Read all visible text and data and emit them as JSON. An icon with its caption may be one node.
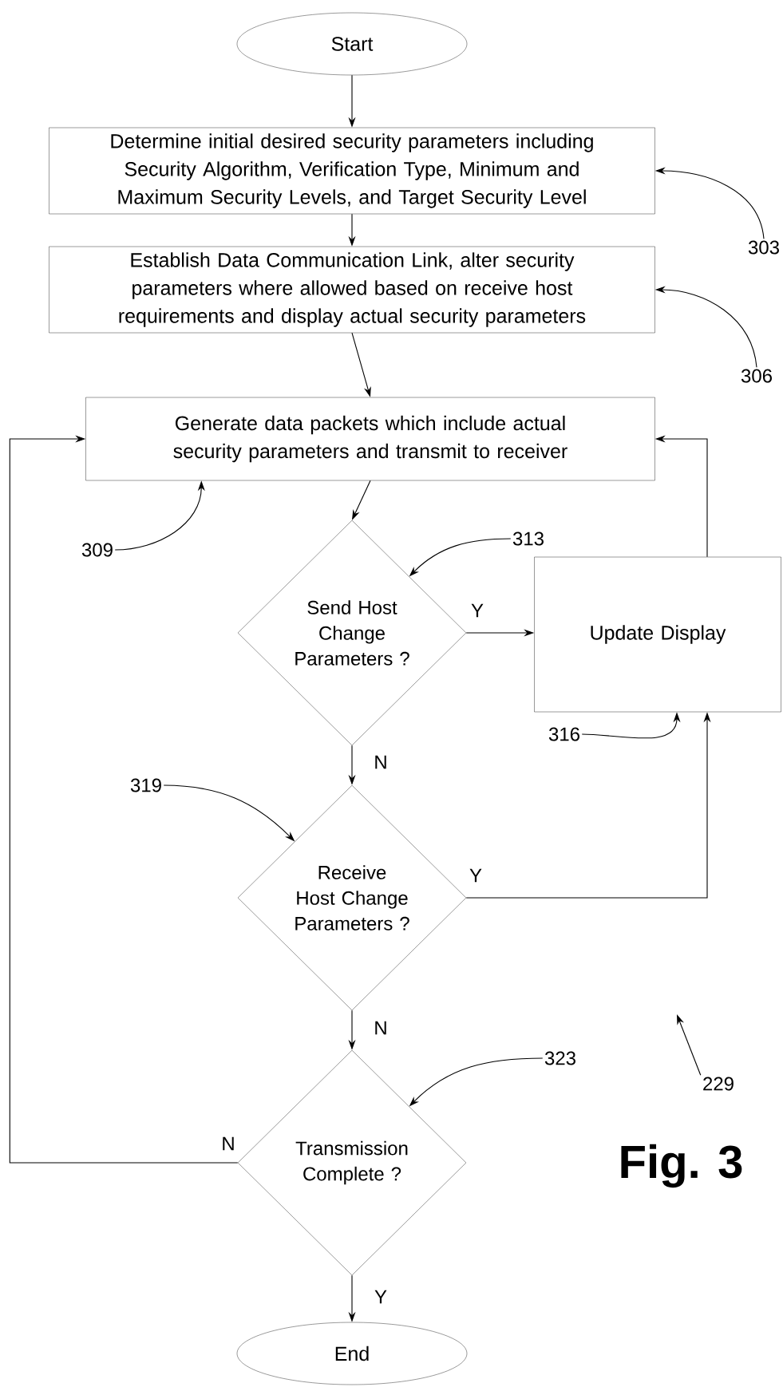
{
  "diagram": {
    "nodes": [
      {
        "text": [
          "Start"
        ]
      },
      {
        "text": [
          "Determine initial desired security parameters including Security Algorithm, Verification Type, Minimum and Maximum Security Levels, and Target Security Level"
        ]
      },
      {
        "text": [
          "Establish Data Communication Link, alter security parameters where allowed based on receive host requirements and display actual security parameters"
        ]
      },
      {
        "text": [
          "Generate data packets which include actual security parameters and transmit to receiver"
        ]
      },
      {
        "text": [
          "Send Host Change Parameters ?"
        ]
      },
      {
        "text": [
          "Update Display"
        ]
      },
      {
        "text": [
          "Receive Host Change Parameters ?"
        ]
      },
      {
        "text": [
          "Transmission Complete ?"
        ]
      },
      {
        "text": [
          "End"
        ]
      },
      {
        "text": [
          "303"
        ]
      },
      {
        "text": [
          "306"
        ]
      },
      {
        "text": [
          "309"
        ]
      },
      {
        "text": [
          "313"
        ]
      },
      {
        "text": [
          "316"
        ]
      },
      {
        "text": [
          "319"
        ]
      },
      {
        "text": [
          "323"
        ]
      },
      {
        "text": [
          "229"
        ]
      }
    ],
    "edges": [
      {
        "from": 0,
        "to": 1,
        "arrow": "to"
      },
      {
        "from": 1,
        "to": 2,
        "arrow": "to"
      },
      {
        "from": 2,
        "to": 3,
        "arrow": "to"
      },
      {
        "from": 3,
        "to": 4,
        "arrow": "to"
      },
      {
        "from": 4,
        "to": 5,
        "arrow": "to",
        "label": "Y"
      },
      {
        "from": 5,
        "to": 3,
        "arrow": "to"
      },
      {
        "from": 4,
        "to": 6,
        "arrow": "to",
        "label": "N"
      },
      {
        "from": 6,
        "to": 5,
        "arrow": "to",
        "label": "Y"
      },
      {
        "from": 6,
        "to": 7,
        "arrow": "to",
        "label": "N"
      },
      {
        "from": 7,
        "to": 3,
        "arrow": "to",
        "label": "N"
      },
      {
        "from": 7,
        "to": 8,
        "arrow": "to",
        "label": "Y"
      },
      {
        "from": 9,
        "to": 1,
        "arrow": "to"
      },
      {
        "from": 10,
        "to": 2,
        "arrow": "to"
      },
      {
        "from": 11,
        "to": 3,
        "arrow": "to"
      },
      {
        "from": 12,
        "to": 4,
        "arrow": "to"
      },
      {
        "from": 13,
        "to": 5,
        "arrow": "to"
      },
      {
        "from": 14,
        "to": 6,
        "arrow": "to"
      },
      {
        "from": 15,
        "to": 7,
        "arrow": "to"
      },
      {
        "from": 16,
        "to": null,
        "arrow": "to"
      }
    ],
    "labels": [
      "Fig. 3"
    ]
  }
}
